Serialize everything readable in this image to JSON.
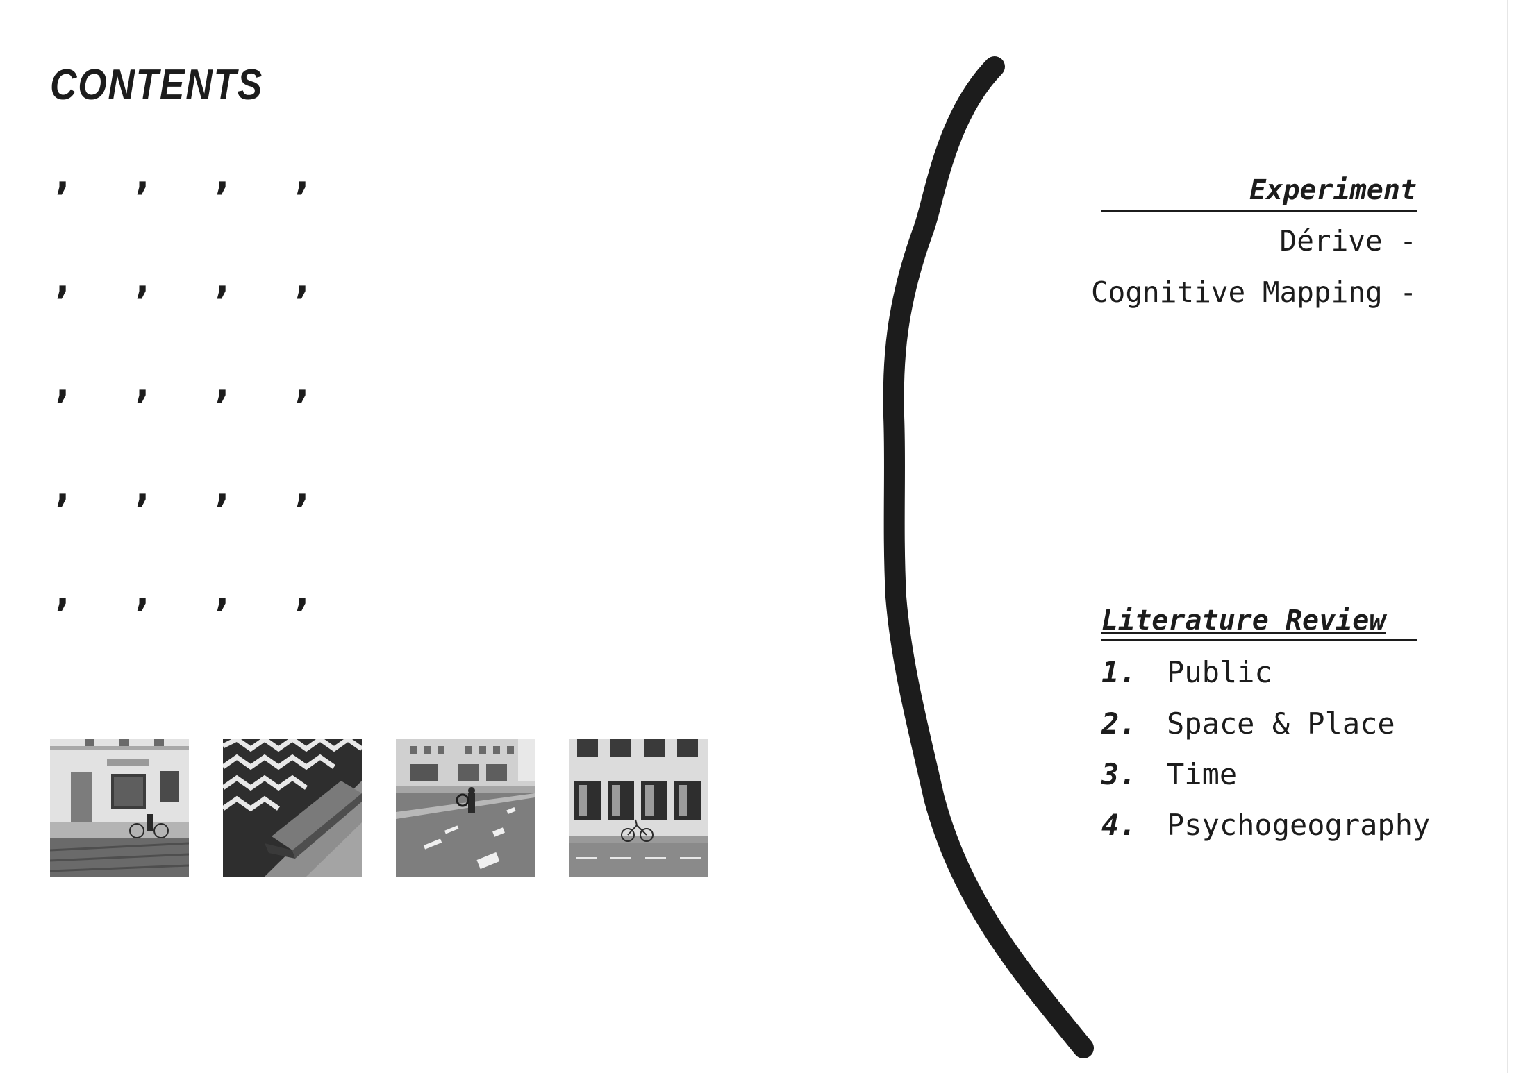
{
  "title": "CONTENTS",
  "comma_grid": {
    "rows": [
      [
        ",",
        ",",
        ",",
        ","
      ],
      [
        ",",
        ",",
        ",",
        ","
      ],
      [
        ",",
        ",",
        ",",
        ","
      ],
      [
        ",",
        ",",
        ",",
        ","
      ],
      [
        ",",
        ",",
        ",",
        ","
      ]
    ]
  },
  "photos": [
    {
      "icon": "storefront-photo"
    },
    {
      "icon": "bench-shadow-photo"
    },
    {
      "icon": "street-crossing-photo"
    },
    {
      "icon": "building-facade-photo"
    }
  ],
  "experiment": {
    "heading": "Experiment",
    "items": [
      "Dérive -",
      "Cognitive Mapping -"
    ]
  },
  "literature_review": {
    "heading": "Literature Review",
    "items": [
      {
        "number": "1.",
        "label": "Public"
      },
      {
        "number": "2.",
        "label": "Space & Place"
      },
      {
        "number": "3.",
        "label": "Time"
      },
      {
        "number": "4.",
        "label": "Psychogeography"
      }
    ]
  },
  "colors": {
    "ink": "#1c1c1c",
    "background": "#ffffff"
  }
}
